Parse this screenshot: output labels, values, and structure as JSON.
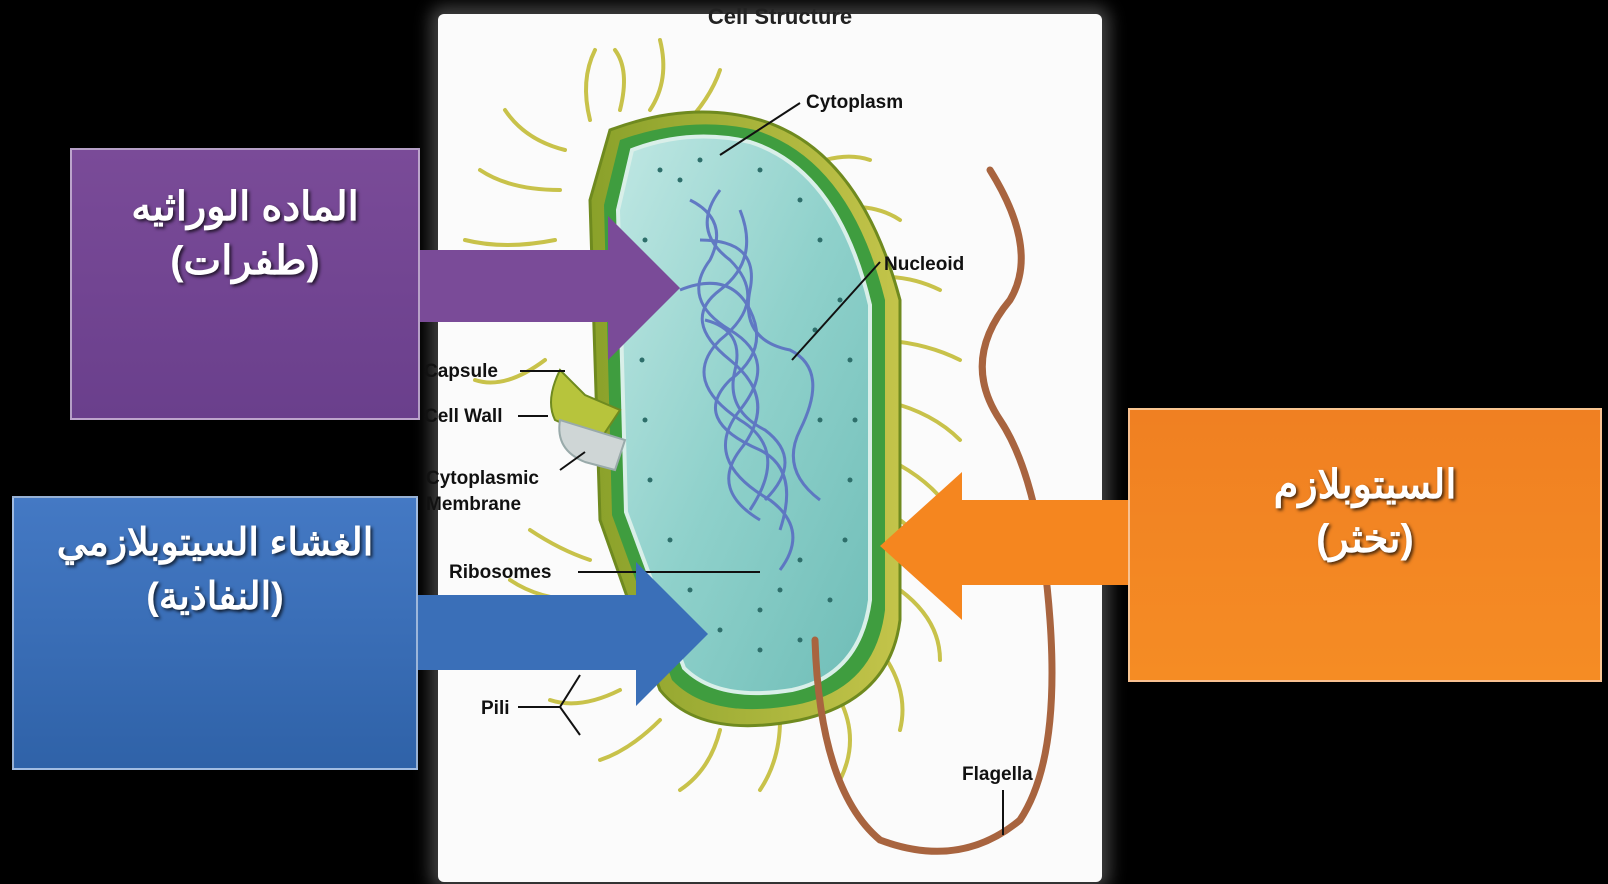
{
  "diagram": {
    "title": "Cell Structure",
    "labels": {
      "cytoplasm": "Cytoplasm",
      "nucleoid": "Nucleoid",
      "capsule": "Capsule",
      "cell_wall": "Cell Wall",
      "cytoplasmic_1": "Cytoplasmic",
      "cytoplasmic_2": "Membrane",
      "ribosomes": "Ribosomes",
      "pili": "Pili",
      "flagella": "Flagella"
    }
  },
  "callouts": {
    "genetic": {
      "line1": "الماده الوراثيه",
      "line2": "(طفرات)",
      "color": "#7a4b98"
    },
    "cytoplasm": {
      "line1": "السيتوبلازم",
      "line2": "(تخثر)",
      "color": "#f5861f"
    },
    "membrane": {
      "line1": "الغشاء السيتوبلازمي",
      "line2": "(النفاذية)",
      "color": "#3a6fb8"
    }
  }
}
